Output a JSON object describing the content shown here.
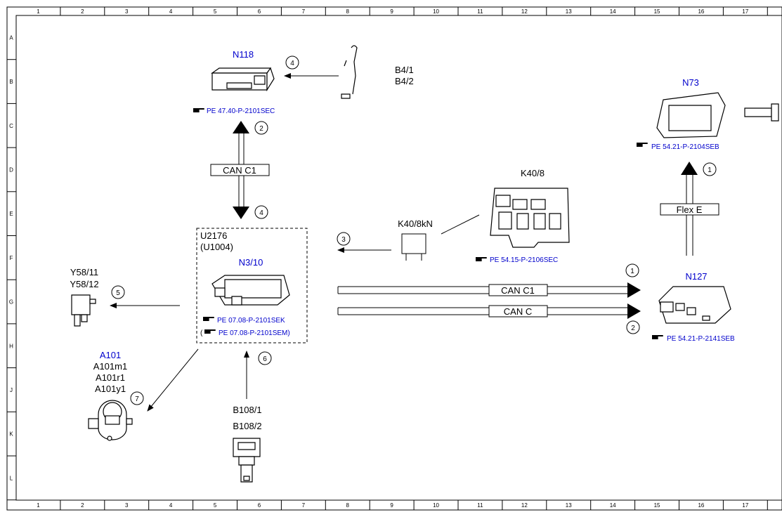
{
  "grid": {
    "columns": [
      "1",
      "2",
      "3",
      "4",
      "5",
      "6",
      "7",
      "8",
      "9",
      "10",
      "11",
      "12",
      "13",
      "14",
      "15",
      "16",
      "17"
    ],
    "rows": [
      "A",
      "B",
      "C",
      "D",
      "E",
      "F",
      "G",
      "H",
      "J",
      "K",
      "L"
    ]
  },
  "components": {
    "n118": {
      "title": "N118",
      "ref": "PE 47.40-P-2101SEC"
    },
    "b4": {
      "line1": "B4/1",
      "line2": "B4/2"
    },
    "n73": {
      "title": "N73",
      "ref": "PE 54.21-P-2104SEB"
    },
    "k40_8": {
      "title": "K40/8",
      "ref": "PE 54.15-P-2106SEC"
    },
    "k40_8kn": {
      "title": "K40/8kN"
    },
    "control_unit": {
      "line1": "U2176",
      "line2": "(U1004)",
      "title": "N3/10",
      "ref1": "PE 07.08-P-2101SEK",
      "ref2_open": "(",
      "ref2": "PE 07.08-P-2101SEM)"
    },
    "y58": {
      "line1": "Y58/11",
      "line2": "Y58/12"
    },
    "a101": {
      "title": "A101",
      "line1": "A101m1",
      "line2": "A101r1",
      "line3": "A101y1"
    },
    "b108": {
      "line1": "B108/1",
      "line2": "B108/2"
    },
    "n127": {
      "title": "N127",
      "ref": "PE 54.21-P-2141SEB"
    }
  },
  "buses": {
    "can_c1_vertical": "CAN C1",
    "flex_e": "Flex E",
    "can_c1_horizontal": "CAN C1",
    "can_c": "CAN C"
  },
  "markers": {
    "m_n118": "4",
    "m_can_up": "2",
    "m_can_down": "4",
    "m_k40": "3",
    "m_y58": "5",
    "m_b108": "6",
    "m_a101": "7",
    "m_n73": "1",
    "m_n127_1": "1",
    "m_n127_2": "2"
  },
  "colors": {
    "accent": "#0000cc",
    "line": "#000000"
  },
  "icons": {
    "ref": "pointing-hand-icon"
  }
}
